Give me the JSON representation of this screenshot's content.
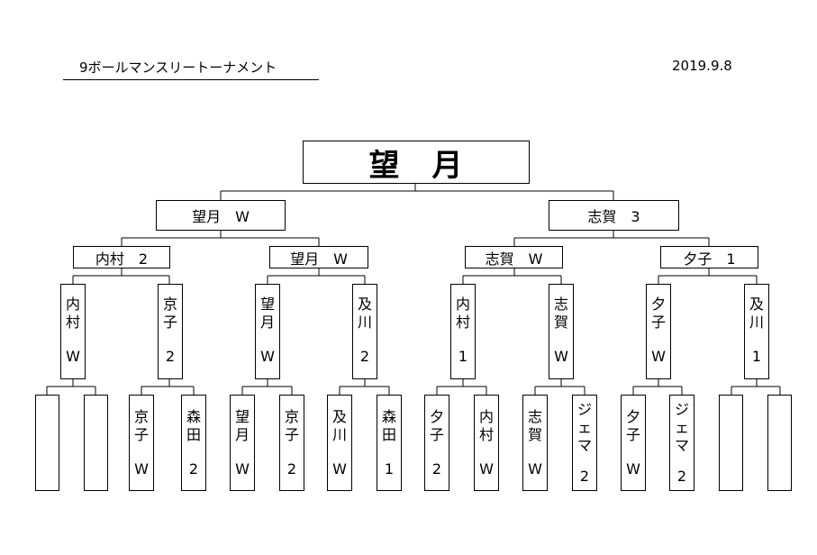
{
  "header": {
    "title": "9ボールマンスリートーナメント",
    "date": "2019.9.8"
  },
  "champion": "望　月",
  "semifinal": [
    {
      "label": "望月　W"
    },
    {
      "label": "志賀　3"
    }
  ],
  "quarterfinal": [
    {
      "label": "内村　2"
    },
    {
      "label": "望月　W"
    },
    {
      "label": "志賀　W"
    },
    {
      "label": "夕子　1"
    }
  ],
  "round2": [
    {
      "name": "内\n村",
      "result": "W"
    },
    {
      "name": "京\n子",
      "result": "2"
    },
    {
      "name": "望\n月",
      "result": "W"
    },
    {
      "name": "及\n川",
      "result": "2"
    },
    {
      "name": "内\n村",
      "result": "1"
    },
    {
      "name": "志\n賀",
      "result": "W"
    },
    {
      "name": "夕\n子",
      "result": "W"
    },
    {
      "name": "及\n川",
      "result": "1"
    }
  ],
  "round1": [
    {
      "name": "",
      "result": ""
    },
    {
      "name": "",
      "result": ""
    },
    {
      "name": "京\n子",
      "result": "W"
    },
    {
      "name": "森\n田",
      "result": "2"
    },
    {
      "name": "望\n月",
      "result": "W"
    },
    {
      "name": "京\n子",
      "result": "2"
    },
    {
      "name": "及\n川",
      "result": "W"
    },
    {
      "name": "森\n田",
      "result": "1"
    },
    {
      "name": "夕\n子",
      "result": "2"
    },
    {
      "name": "内\n村",
      "result": "W"
    },
    {
      "name": "志\n賀",
      "result": "W"
    },
    {
      "name": "ジ\nェ\nマ",
      "result": "2"
    },
    {
      "name": "夕\n子",
      "result": "W"
    },
    {
      "name": "ジ\nェ\nマ",
      "result": "2"
    },
    {
      "name": "",
      "result": ""
    },
    {
      "name": "",
      "result": ""
    }
  ]
}
